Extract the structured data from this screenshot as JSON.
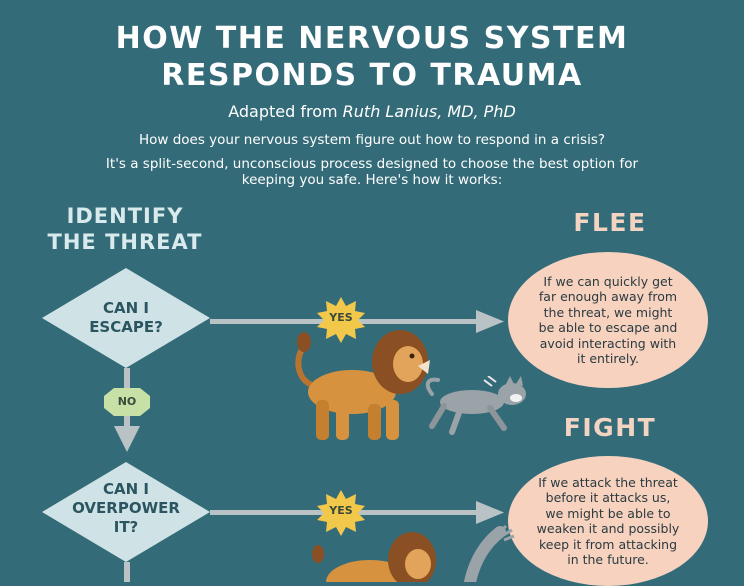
{
  "header": {
    "title_line1": "HOW THE NERVOUS SYSTEM",
    "title_line2": "RESPONDS TO TRAUMA",
    "subtitle_prefix": "Adapted from ",
    "subtitle_author": "Ruth Lanius, MD, PhD",
    "intro_line1": "How does your nervous system figure out how to respond in a crisis?",
    "intro_line2": "It's a split-second, unconscious process designed to choose the best option for keeping you safe. Here's how it works:"
  },
  "identify": {
    "line1": "IDENTIFY",
    "line2": "THE THREAT"
  },
  "steps": [
    {
      "question_line1": "CAN I",
      "question_line2": "ESCAPE?",
      "yes_label": "YES",
      "outcome": "FLEE",
      "description": "If we can quickly get far enough away from the threat, we might be able to escape and avoid interacting with it entirely."
    },
    {
      "question_line1": "CAN I",
      "question_line2": "OVERPOWER",
      "question_line3": "IT?",
      "yes_label": "YES",
      "outcome": "FIGHT",
      "description": "If we attack the threat before it attacks us, we might be able to weaken it and possibly keep it from attacking in the future."
    }
  ],
  "no_label": "NO",
  "colors": {
    "background": "#346b78",
    "diamond": "#cfe3e6",
    "oval": "#f6d2bf",
    "outcome_heading": "#f3d3c2",
    "yes_badge": "#f2c84b",
    "no_badge": "#c7e0a6",
    "arrow": "#b9c3c6"
  },
  "icons": {
    "lion": "lion-illustration",
    "cat": "cat-illustration"
  }
}
